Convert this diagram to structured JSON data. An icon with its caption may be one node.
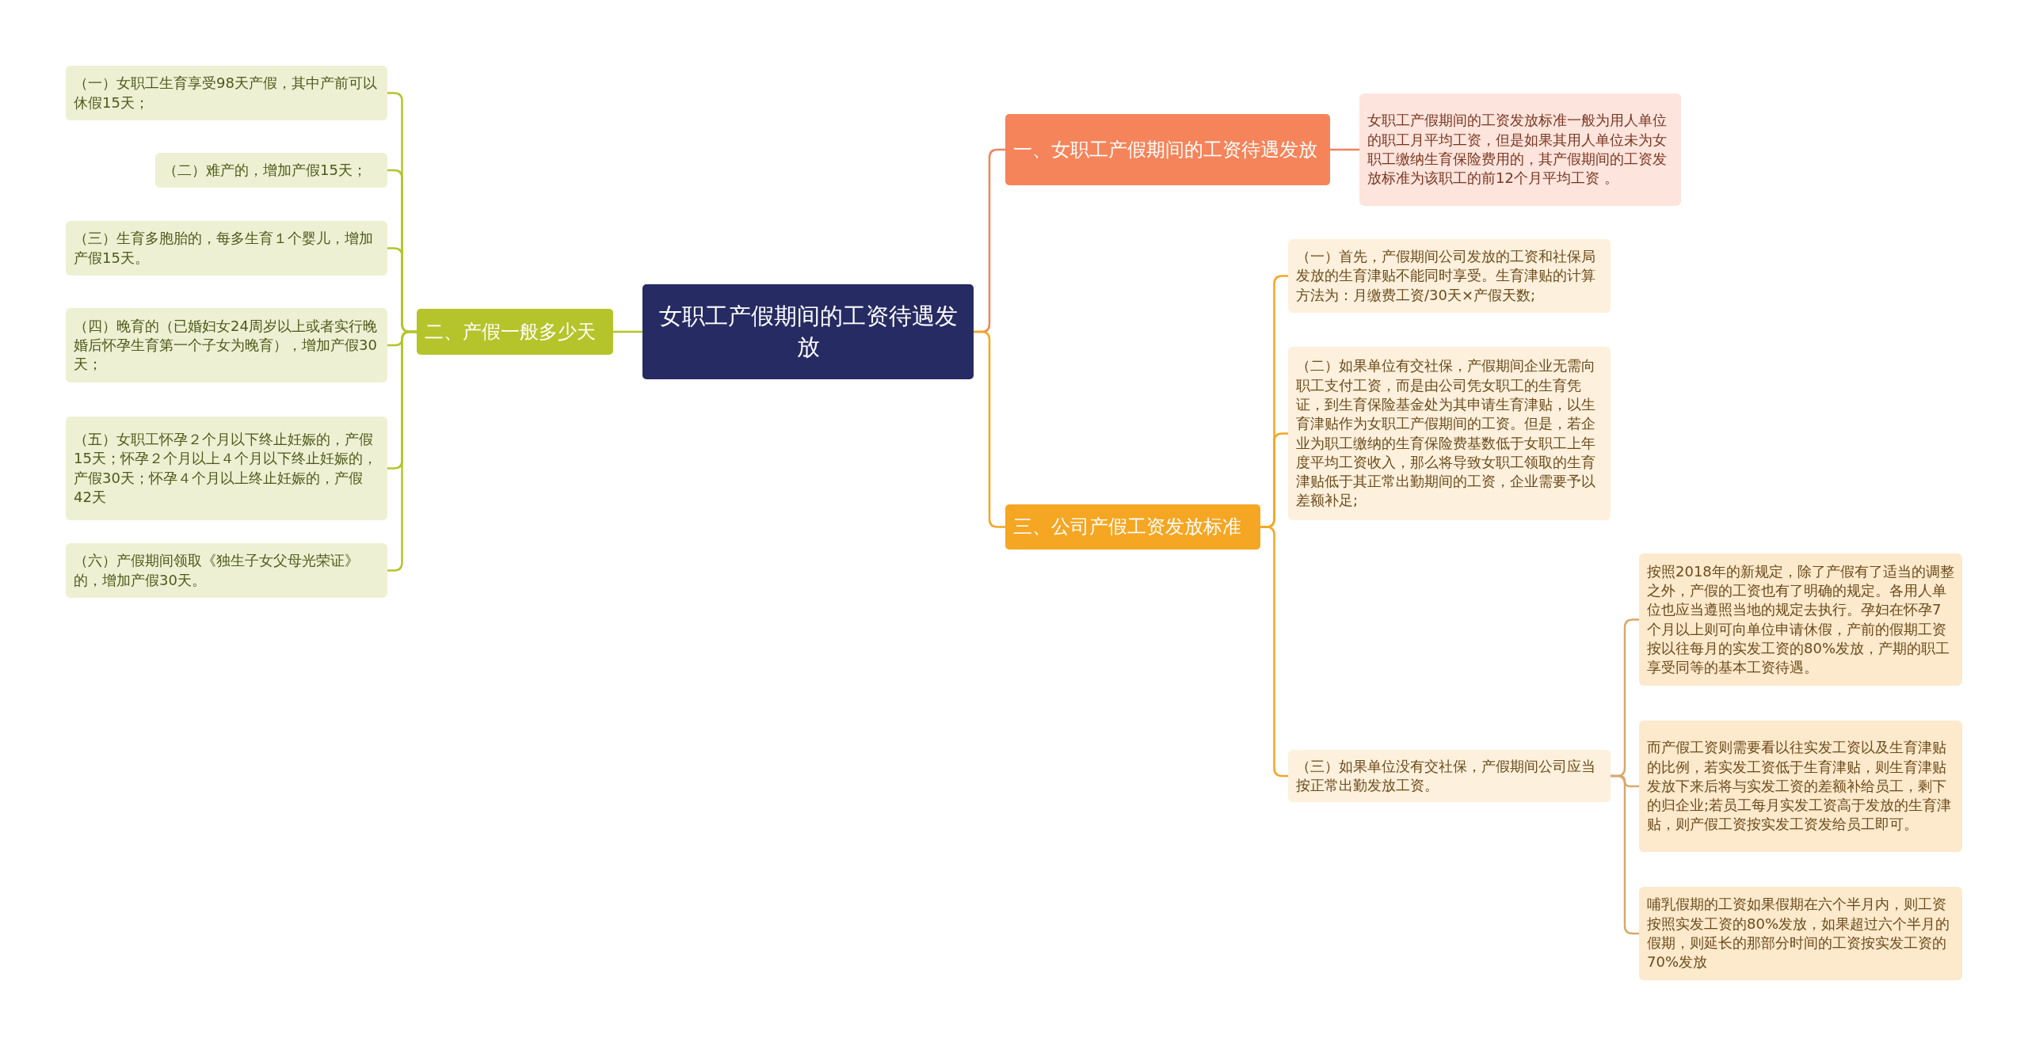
{
  "diagram": {
    "nodes": [
      {
        "text": [
          "女职工产假期间的工资待遇发放"
        ]
      },
      {
        "text": [
          "一、女职工产假期间的工资待遇发放"
        ]
      },
      {
        "text": [
          "女职工产假期间的工资发放标准一般为用人单位的职工月平均工资，但是如果其用人单位未为女职工缴纳生育保险费用的，其产假期间的工资发放标准为该职工的前12个月平均工资 。"
        ]
      },
      {
        "text": [
          "二、产假一般多少天"
        ]
      },
      {
        "text": [
          "（一）女职工生育享受98天产假，其中产前可以休假15天；"
        ]
      },
      {
        "text": [
          "（二）难产的，增加产假15天；"
        ]
      },
      {
        "text": [
          "（三）生育多胞胎的，每多生育１个婴儿，增加产假15天。"
        ]
      },
      {
        "text": [
          "（四）晚育的（已婚妇女24周岁以上或者实行晚婚后怀孕生育第一个子女为晚育），增加产假30天；"
        ]
      },
      {
        "text": [
          "（五）女职工怀孕２个月以下终止妊娠的，产假15天；怀孕２个月以上４个月以下终止妊娠的，产假30天；怀孕４个月以上终止妊娠的，产假42天"
        ]
      },
      {
        "text": [
          "（六）产假期间领取《独生子女父母光荣证》的，增加产假30天。"
        ]
      },
      {
        "text": [
          "三、公司产假工资发放标准"
        ]
      },
      {
        "text": [
          "（一）首先，产假期间公司发放的工资和社保局发放的生育津贴不能同时享受。生育津贴的计算方法为：月缴费工资/30天×产假天数;"
        ]
      },
      {
        "text": [
          "（二）如果单位有交社保，产假期间企业无需向职工支付工资，而是由公司凭女职工的生育凭证，到生育保险基金处为其申请生育津贴，以生育津贴作为女职工产假期间的工资。但是，若企业为职工缴纳的生育保险费基数低于女职工上年度平均工资收入，那么将导致女职工领取的生育津贴低于其正常出勤期间的工资，企业需要予以差额补足;"
        ]
      },
      {
        "text": [
          "（三）如果单位没有交社保，产假期间公司应当按正常出勤发放工资。"
        ]
      },
      {
        "text": [
          "按照2018年的新规定，除了产假有了适当的调整之外，产假的工资也有了明确的规定。各用人单位也应当遵照当地的规定去执行。孕妇在怀孕7个月以上则可向单位申请休假，产前的假期工资按以往每月的实发工资的80%发放，产期的职工享受同等的基本工资待遇。"
        ]
      },
      {
        "text": [
          "而产假工资则需要看以往实发工资以及生育津贴的比例，若实发工资低于生育津贴，则生育津贴发放下来后将与实发工资的差额补给员工，剩下的归企业;若员工每月实发工资高于发放的生育津贴，则产假工资按实发工资发给员工即可。"
        ]
      },
      {
        "text": [
          "哺乳假期的工资如果假期在六个半月内，则工资按照实发工资的80%发放，如果超过六个半月的假期，则延长的那部分时间的工资按实发工资的70%发放"
        ]
      }
    ],
    "edges": [
      {
        "from": 0,
        "to": 1,
        "arrow": "none",
        "color": "#f0845a"
      },
      {
        "from": 1,
        "to": 2,
        "arrow": "none",
        "color": "#f0845a"
      },
      {
        "from": 0,
        "to": 3,
        "arrow": "none",
        "color": "#b5c42a"
      },
      {
        "from": 3,
        "to": 4,
        "arrow": "none",
        "color": "#b5c42a"
      },
      {
        "from": 3,
        "to": 5,
        "arrow": "none",
        "color": "#b5c42a"
      },
      {
        "from": 3,
        "to": 6,
        "arrow": "none",
        "color": "#b5c42a"
      },
      {
        "from": 3,
        "to": 7,
        "arrow": "none",
        "color": "#b5c42a"
      },
      {
        "from": 3,
        "to": 8,
        "arrow": "none",
        "color": "#b5c42a"
      },
      {
        "from": 3,
        "to": 9,
        "arrow": "none",
        "color": "#b5c42a"
      },
      {
        "from": 0,
        "to": 10,
        "arrow": "none",
        "color": "#f5a623"
      },
      {
        "from": 10,
        "to": 11,
        "arrow": "none",
        "color": "#f5a623"
      },
      {
        "from": 10,
        "to": 12,
        "arrow": "none",
        "color": "#f5a623"
      },
      {
        "from": 10,
        "to": 13,
        "arrow": "none",
        "color": "#f5a623"
      },
      {
        "from": 13,
        "to": 14,
        "arrow": "none",
        "color": "#d9a86c"
      },
      {
        "from": 13,
        "to": 15,
        "arrow": "none",
        "color": "#d9a86c"
      },
      {
        "from": 13,
        "to": 16,
        "arrow": "none",
        "color": "#d9a86c"
      }
    ]
  }
}
